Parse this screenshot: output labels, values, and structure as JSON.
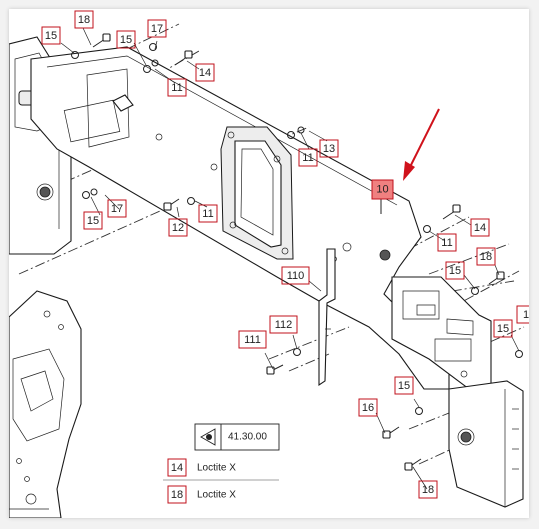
{
  "callouts": [
    {
      "id": "c-18-top",
      "label": "18"
    },
    {
      "id": "c-17-top",
      "label": "17"
    },
    {
      "id": "c-15-a",
      "label": "15"
    },
    {
      "id": "c-15-b",
      "label": "15"
    },
    {
      "id": "c-14-top",
      "label": "14"
    },
    {
      "id": "c-11-top",
      "label": "11"
    },
    {
      "id": "c-11-mid",
      "label": "11"
    },
    {
      "id": "c-13",
      "label": "13"
    },
    {
      "id": "c-10",
      "label": "10"
    },
    {
      "id": "c-15-left",
      "label": "15"
    },
    {
      "id": "c-17-left",
      "label": "17"
    },
    {
      "id": "c-12",
      "label": "12"
    },
    {
      "id": "c-11-left",
      "label": "11"
    },
    {
      "id": "c-14-right",
      "label": "14"
    },
    {
      "id": "c-11-right",
      "label": "11"
    },
    {
      "id": "c-15-right",
      "label": "15"
    },
    {
      "id": "c-18-right",
      "label": "18"
    },
    {
      "id": "c-110",
      "label": "110"
    },
    {
      "id": "c-112",
      "label": "112"
    },
    {
      "id": "c-111",
      "label": "111"
    },
    {
      "id": "c-15-far",
      "label": "15"
    },
    {
      "id": "c-1-edge",
      "label": "1"
    },
    {
      "id": "c-15-low",
      "label": "15"
    },
    {
      "id": "c-16",
      "label": "16"
    },
    {
      "id": "c-18-low",
      "label": "18"
    }
  ],
  "reference_box": {
    "code": "41.30.00",
    "icon": "view-eye-icon"
  },
  "legend": [
    {
      "number": "14",
      "text": "Loctite X"
    },
    {
      "number": "18",
      "text": "Loctite X"
    }
  ],
  "colors": {
    "callout_border": "#c0111b",
    "highlight_fill": "#f08080",
    "arrow": "#d0121b",
    "line": "#222222",
    "frame": "#f2f2f2"
  }
}
